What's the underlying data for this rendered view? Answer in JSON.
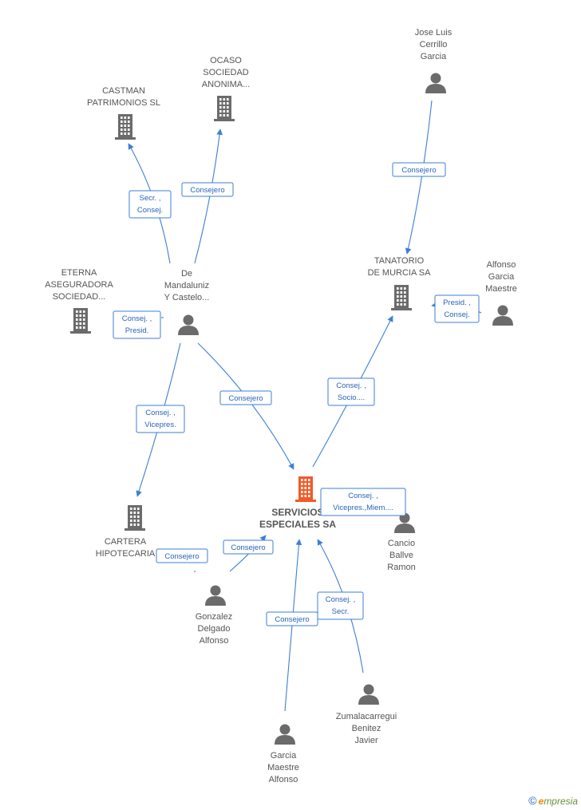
{
  "nodes": [
    {
      "id": "castman",
      "type": "company",
      "label": [
        "CASTMAN",
        "PATRIMONIOS SL"
      ]
    },
    {
      "id": "ocaso",
      "type": "company",
      "label": [
        "OCASO",
        "SOCIEDAD",
        "ANONIMA..."
      ]
    },
    {
      "id": "jose",
      "type": "person",
      "label": [
        "Jose Luis",
        "Cerrillo",
        "Garcia"
      ]
    },
    {
      "id": "eterna",
      "type": "company",
      "label": [
        "ETERNA",
        "ASEGURADORA",
        "SOCIEDAD..."
      ]
    },
    {
      "id": "demand",
      "type": "person",
      "label": [
        "De",
        "Mandaluniz",
        "Y Castelo..."
      ]
    },
    {
      "id": "tanatorio",
      "type": "company",
      "label": [
        "TANATORIO",
        "DE MURCIA SA"
      ]
    },
    {
      "id": "alfonso",
      "type": "person",
      "label": [
        "Alfonso",
        "Garcia",
        "Maestre"
      ]
    },
    {
      "id": "servicios",
      "type": "main",
      "label": [
        "SERVICIOS",
        "ESPECIALES SA"
      ]
    },
    {
      "id": "cancio",
      "type": "person",
      "label": [
        "Cancio",
        "Ballve",
        "Ramon"
      ]
    },
    {
      "id": "cartera",
      "type": "company",
      "label": [
        "CARTERA",
        "HIPOTECARIA"
      ]
    },
    {
      "id": "gonzalez",
      "type": "person",
      "label": [
        "Gonzalez",
        "Delgado",
        "Alfonso"
      ]
    },
    {
      "id": "zumala",
      "type": "person",
      "label": [
        "Zumalacarregui",
        "Benitez",
        "Javier"
      ]
    },
    {
      "id": "garcia",
      "type": "person",
      "label": [
        "Garcia",
        "Maestre",
        "Alfonso"
      ]
    }
  ],
  "edges": [
    {
      "id": "e1",
      "from": "demand",
      "to": "castman",
      "label": [
        "Secr. ,",
        "Consej."
      ]
    },
    {
      "id": "e2",
      "from": "demand",
      "to": "ocaso",
      "label": [
        "Consejero"
      ]
    },
    {
      "id": "e3",
      "from": "jose",
      "to": "tanatorio",
      "label": [
        "Consejero"
      ]
    },
    {
      "id": "e4",
      "from": "demand",
      "to": "eterna",
      "label": [
        "Consej. ,",
        "Presid."
      ]
    },
    {
      "id": "e5",
      "from": "alfonso",
      "to": "tanatorio",
      "label": [
        "Presid. ,",
        "Consej."
      ]
    },
    {
      "id": "e6",
      "from": "demand",
      "to": "servicios",
      "label": [
        "Consejero"
      ]
    },
    {
      "id": "e7",
      "from": "servicios",
      "to": "tanatorio",
      "label": [
        "Consej. ,",
        "Socio...."
      ]
    },
    {
      "id": "e8",
      "from": "demand",
      "to": "cartera",
      "label": [
        "Consej. ,",
        "Vicepres."
      ]
    },
    {
      "id": "e9",
      "from": "cancio",
      "to": "servicios",
      "label": [
        "Consej. ,",
        "Vicepres.,Miem...."
      ]
    },
    {
      "id": "e10",
      "from": "gonzalez",
      "to": "cartera",
      "label": [
        "Consejero"
      ]
    },
    {
      "id": "e11",
      "from": "gonzalez",
      "to": "servicios",
      "label": [
        "Consejero"
      ]
    },
    {
      "id": "e12",
      "from": "garcia",
      "to": "servicios",
      "label": [
        "Consejero"
      ]
    },
    {
      "id": "e13",
      "from": "zumala",
      "to": "servicios",
      "label": [
        "Consej. ,",
        "Secr."
      ]
    }
  ],
  "colors": {
    "edge": "#3d7fd6",
    "icon": "#6b6b6b",
    "main_icon": "#f25a28",
    "label": "#555555"
  },
  "footer": {
    "copyright": "©",
    "brand_e": "e",
    "brand_rest": "mpresia"
  }
}
